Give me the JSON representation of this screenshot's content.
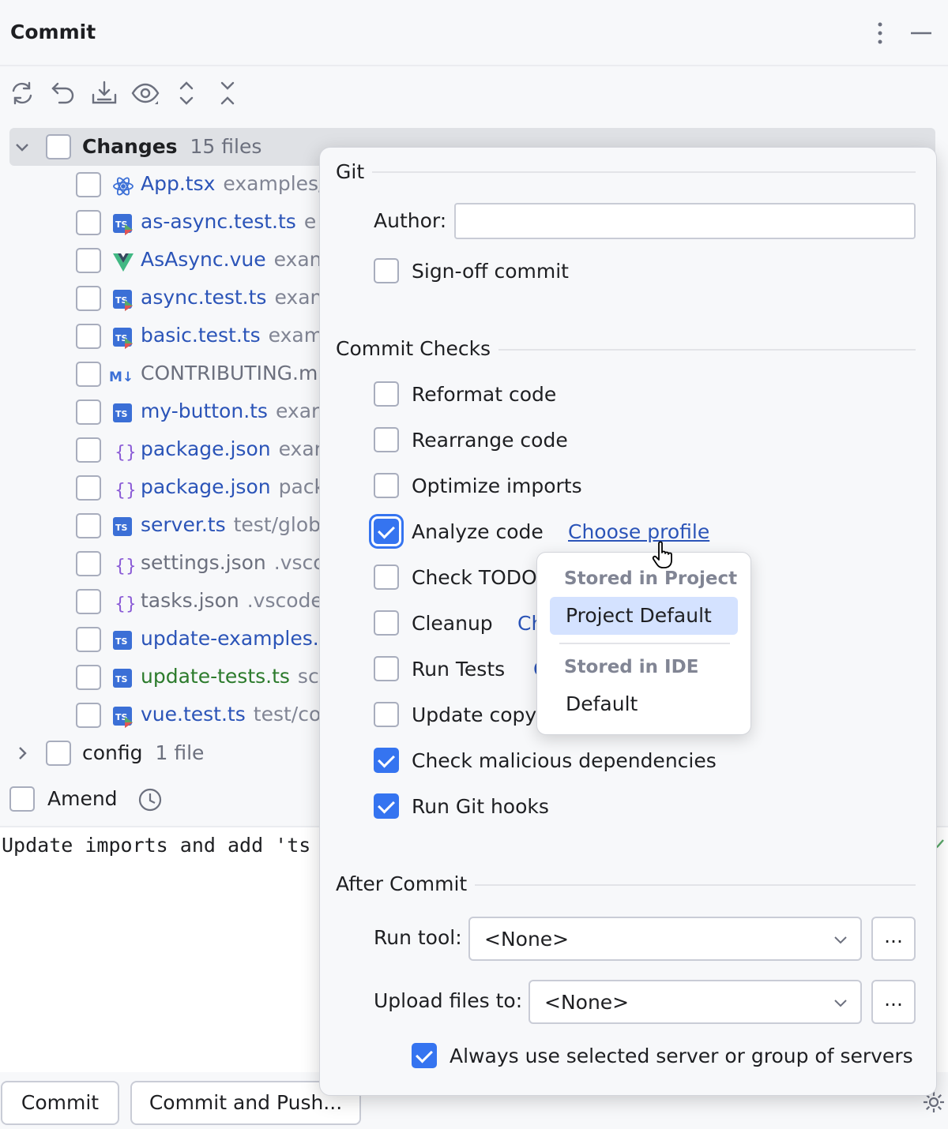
{
  "header": {
    "title": "Commit"
  },
  "changes": {
    "label": "Changes",
    "count": "15 files",
    "files": [
      {
        "name": "App.tsx",
        "path": "examples/",
        "icon": "react-icon",
        "color": "blue"
      },
      {
        "name": "as-async.test.ts",
        "path": "e",
        "icon": "ts-test-icon",
        "color": "blue"
      },
      {
        "name": "AsAsync.vue",
        "path": "exan",
        "icon": "vue-icon",
        "color": "blue"
      },
      {
        "name": "async.test.ts",
        "path": "exan",
        "icon": "ts-test-icon",
        "color": "blue"
      },
      {
        "name": "basic.test.ts",
        "path": "exam",
        "icon": "ts-test-icon",
        "color": "blue"
      },
      {
        "name": "CONTRIBUTING.m",
        "path": "",
        "icon": "markdown-icon",
        "color": "gray"
      },
      {
        "name": "my-button.ts",
        "path": "exar",
        "icon": "ts-icon",
        "color": "blue"
      },
      {
        "name": "package.json",
        "path": "exar",
        "icon": "json-icon",
        "color": "blue"
      },
      {
        "name": "package.json",
        "path": "pack",
        "icon": "json-icon",
        "color": "blue"
      },
      {
        "name": "server.ts",
        "path": "test/glob",
        "icon": "ts-icon",
        "color": "blue"
      },
      {
        "name": "settings.json",
        "path": ".vsco",
        "icon": "json-icon",
        "color": "gray"
      },
      {
        "name": "tasks.json",
        "path": ".vscode",
        "icon": "json-icon",
        "color": "gray"
      },
      {
        "name": "update-examples.t",
        "path": "",
        "icon": "ts-icon",
        "color": "blue"
      },
      {
        "name": "update-tests.ts",
        "path": "sc",
        "icon": "ts-icon",
        "color": "green"
      },
      {
        "name": "vue.test.ts",
        "path": "test/co",
        "icon": "ts-test-icon",
        "color": "blue"
      }
    ]
  },
  "config": {
    "label": "config",
    "count": "1 file"
  },
  "amend": {
    "label": "Amend"
  },
  "commit_message": "Update imports and add 'ts",
  "buttons": {
    "commit": "Commit",
    "commit_and_push": "Commit and Push..."
  },
  "popup": {
    "git_section": "Git",
    "author_label": "Author:",
    "author_value": "",
    "signoff_label": "Sign-off commit",
    "checks_section": "Commit Checks",
    "checks": [
      {
        "label": "Reformat code",
        "checked": false,
        "link": ""
      },
      {
        "label": "Rearrange code",
        "checked": false,
        "link": ""
      },
      {
        "label": "Optimize imports",
        "checked": false,
        "link": ""
      },
      {
        "label": "Analyze code",
        "checked": true,
        "link": "Choose profile"
      },
      {
        "label": "Check TODO",
        "checked": false,
        "link": ""
      },
      {
        "label": "Cleanup",
        "checked": false,
        "link": "Ch"
      },
      {
        "label": "Run Tests",
        "checked": false,
        "link": "C"
      },
      {
        "label": "Update copy",
        "checked": false,
        "link": ""
      },
      {
        "label": "Check malicious dependencies",
        "checked": true,
        "link": ""
      },
      {
        "label": "Run Git hooks",
        "checked": true,
        "link": ""
      }
    ],
    "after_section": "After Commit",
    "run_tool_label": "Run tool:",
    "run_tool_value": "<None>",
    "upload_label": "Upload files to:",
    "upload_value": "<None>",
    "ellipsis": "...",
    "always_use_label": "Always use selected server or group of servers"
  },
  "profile_menu": {
    "project_header": "Stored in Project",
    "project_item": "Project Default",
    "ide_header": "Stored in IDE",
    "ide_item": "Default"
  },
  "colors": {
    "accent": "#3574f0",
    "link": "#2b54b8",
    "selection": "#d4e2ff"
  }
}
